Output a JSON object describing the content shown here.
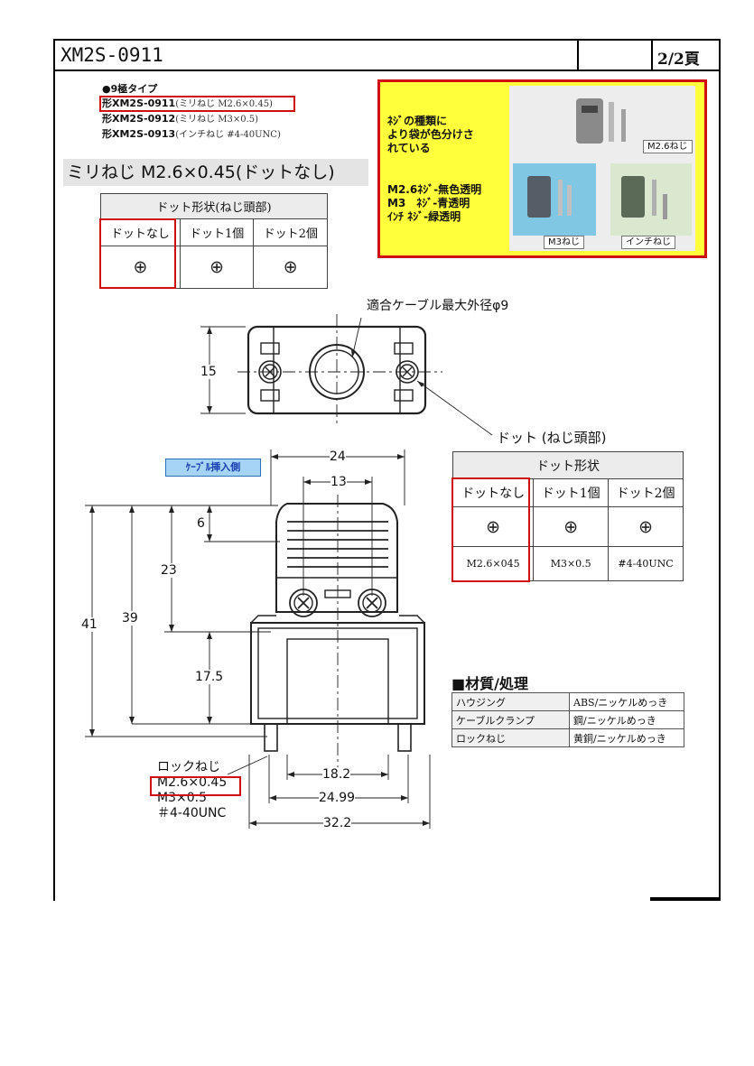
{
  "header": {
    "doc_id": "XM2S-0911",
    "page": "2/2頁"
  },
  "models": {
    "title": "●9極タイプ",
    "items": [
      {
        "code": "形XM2S-0911",
        "spec": "(ミリねじ M2.6×0.45)"
      },
      {
        "code": "形XM2S-0912",
        "spec": "(ミリねじ M3×0.5)"
      },
      {
        "code": "形XM2S-0913",
        "spec": "(インチねじ #4-40UNC)"
      }
    ]
  },
  "section_title": "ミリねじ M2.6×0.45(ドットなし)",
  "small_table": {
    "header": "ドット形状(ねじ頭部)",
    "columns": [
      "ドットなし",
      "ドット1個",
      "ドット2個"
    ],
    "icons": [
      "plus-screw-icon",
      "plus-screw-one-dot-icon",
      "plus-screw-two-dot-icon"
    ],
    "glyphs": [
      "⊕",
      "⊕",
      "⊕"
    ]
  },
  "photo": {
    "text1": [
      "ﾈｼﾞの種類に",
      "より袋が色分けさ",
      "れている"
    ],
    "text2": [
      "M2.6ﾈｼﾞ-無色透明",
      "M3　ﾈｼﾞ-青透明",
      "ｲﾝﾁ ﾈｼﾞ-緑透明"
    ],
    "labels": {
      "m26": "M2.6ねじ",
      "m3": "M3ねじ",
      "inch": "インチねじ"
    }
  },
  "drawing": {
    "cable_label": "適合ケーブル最大外径φ9",
    "dot_label": "ドット (ねじ頭部)",
    "cable_side": "ｹｰﾌﾞﾙ挿入側",
    "lock_screw": "ロックねじ",
    "screw_options": [
      "M2.6×0.45",
      "M3×0.5",
      "＃4-40UNC"
    ],
    "dims": {
      "h15": "15",
      "w24": "24",
      "w13": "13",
      "h6": "6",
      "h23": "23",
      "h41": "41",
      "h39": "39",
      "h175": "17.5",
      "w182": "18.2",
      "w2499": "24.99",
      "w322": "32.2"
    }
  },
  "big_table": {
    "header": "ドット形状",
    "columns": [
      "ドットなし",
      "ドット1個",
      "ドット2個"
    ],
    "icons": [
      "plus-screw-icon",
      "plus-screw-one-dot-icon",
      "plus-screw-two-dot-icon"
    ],
    "glyphs": [
      "⊕",
      "⊕",
      "⊕"
    ],
    "specs": [
      "M2.6×045",
      "M3×0.5",
      "#4-40UNC"
    ]
  },
  "materials": {
    "title": "■材質/処理",
    "rows": [
      {
        "part": "ハウジング",
        "material": "ABS/ニッケルめっき"
      },
      {
        "part": "ケーブルクランプ",
        "material": "鋼/ニッケルめっき"
      },
      {
        "part": "ロックねじ",
        "material": "黄銅/ニッケルめっき"
      }
    ]
  },
  "colors": {
    "highlight": "#d01010",
    "photo_bg": "#ffff3c",
    "cable_tag": "#a6d4f7"
  }
}
